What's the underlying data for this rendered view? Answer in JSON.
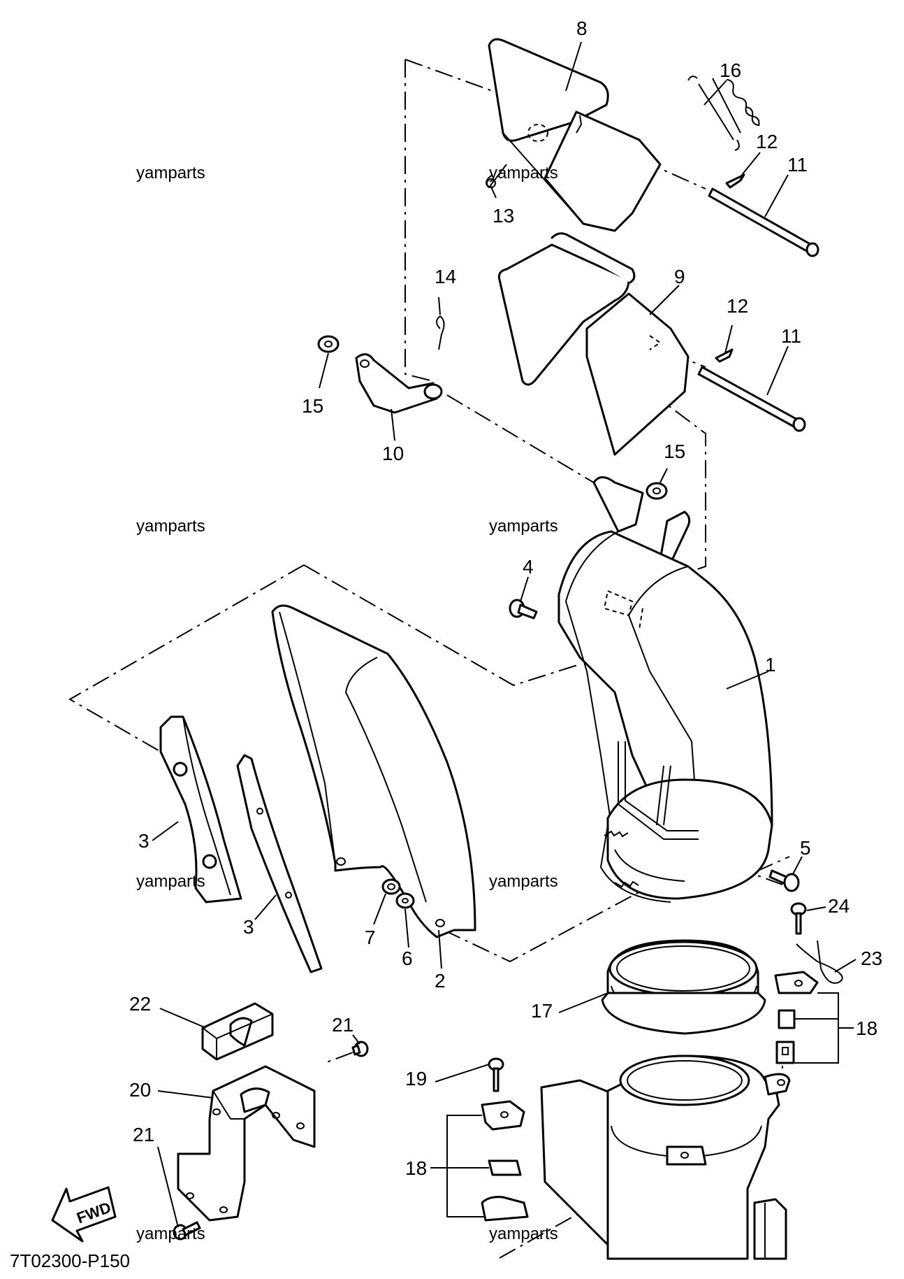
{
  "diagram": {
    "code": "7T02300-P150",
    "fwd_label": "FWD",
    "watermark": "yamparts",
    "callouts": [
      "1",
      "2",
      "3",
      "3",
      "4",
      "5",
      "6",
      "7",
      "8",
      "9",
      "10",
      "11",
      "11",
      "12",
      "12",
      "13",
      "14",
      "15",
      "15",
      "16",
      "17",
      "18",
      "18",
      "19",
      "20",
      "21",
      "21",
      "22",
      "23",
      "24"
    ]
  }
}
